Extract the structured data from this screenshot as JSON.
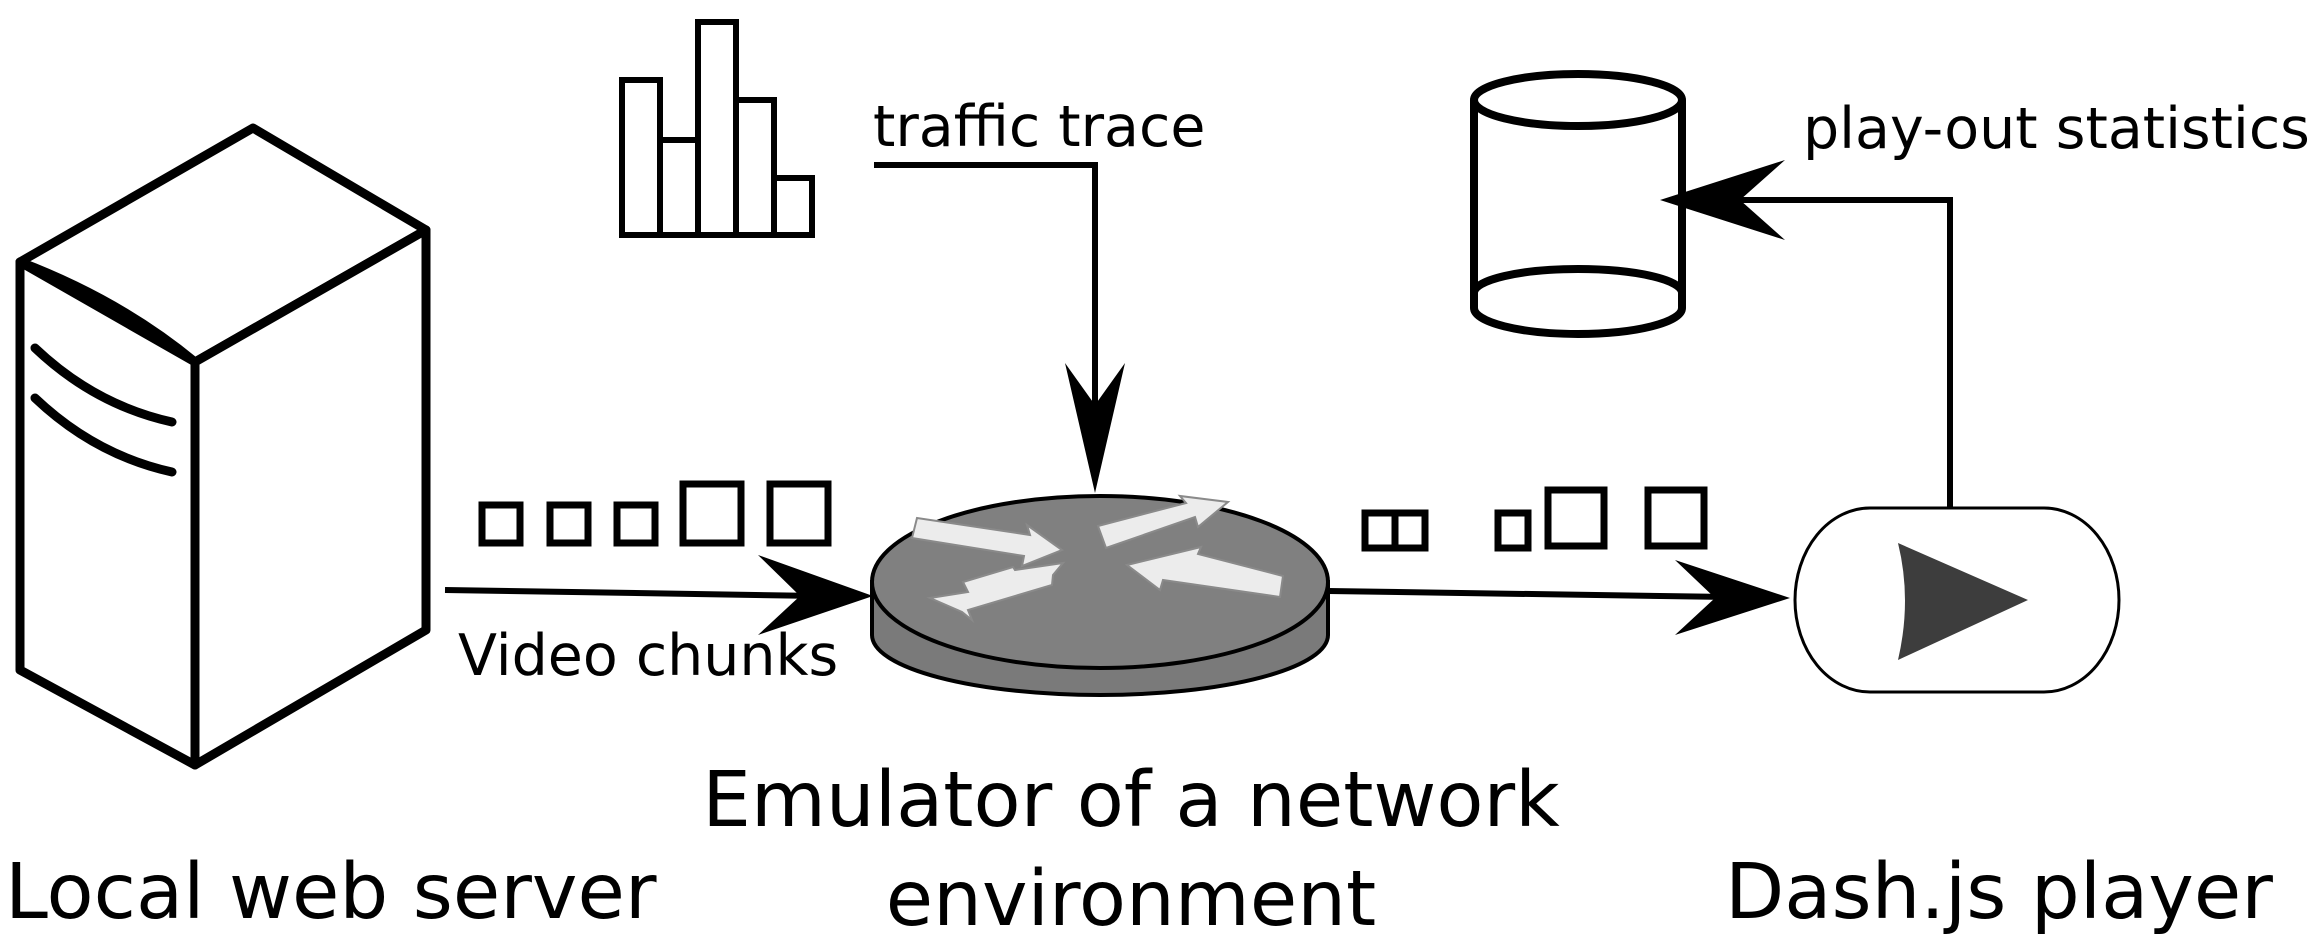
{
  "labels": {
    "traffic_trace": "traffic trace",
    "playout_statistics": "play-out statistics",
    "video_chunks": "Video chunks",
    "emulator_line1": "Emulator of a network",
    "emulator_line2": "environment",
    "local_server": "Local web server",
    "player": "Dash.js player"
  },
  "icons": {
    "server": "server-tower-icon",
    "histogram": "bar-histogram-icon",
    "database": "database-cylinder-icon",
    "router": "network-router-icon",
    "player": "play-button-icon"
  },
  "colors": {
    "stroke": "#000000",
    "router_fill": "#7a7a7a",
    "router_arrows": "#ececec",
    "play_triangle": "#3d3d3d"
  }
}
